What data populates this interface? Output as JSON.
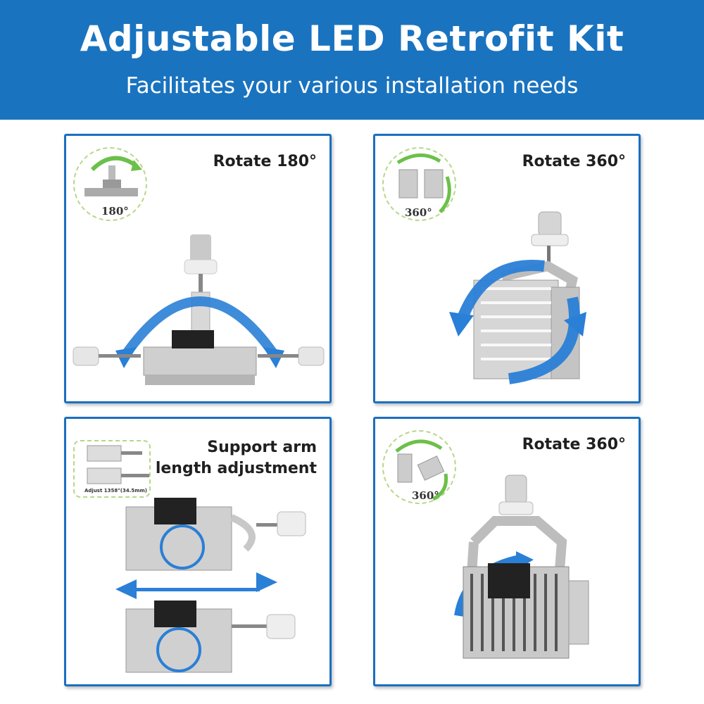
{
  "banner": {
    "title": "Adjustable LED Retrofit Kit",
    "subtitle": "Facilitates your various installation needs"
  },
  "panels": [
    {
      "caption": "Rotate 180°",
      "inset_label": "180°"
    },
    {
      "caption": "Rotate 360°",
      "inset_label": "360°"
    },
    {
      "caption_line1": "Support arm",
      "caption_line2": "length adjustment",
      "inset_label": "Adjust 1358°(34.5mm)"
    },
    {
      "caption": "Rotate 360°",
      "inset_label": "360°"
    }
  ],
  "colors": {
    "banner": "#1a73bf",
    "panel_border": "#1b6fc0",
    "arrow_blue": "#2a7fd6",
    "inset_green": "#6cc04a"
  }
}
